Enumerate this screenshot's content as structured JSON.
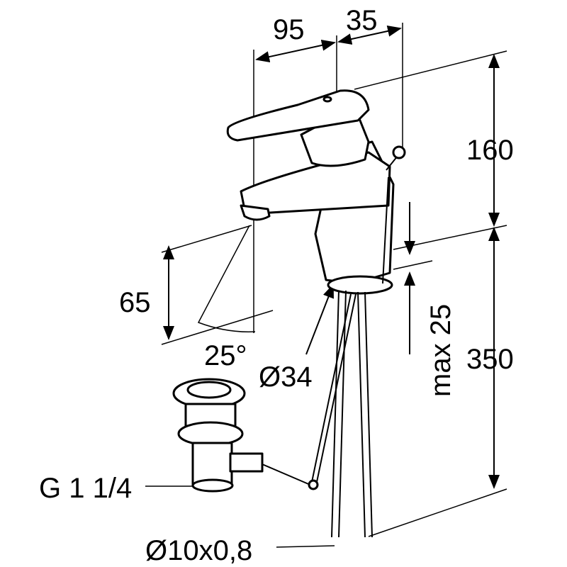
{
  "drawing": {
    "dimensions": {
      "spout_reach": "95",
      "lever_offset": "35",
      "height": "160",
      "spout_height": "65",
      "angle": "25°",
      "base_diameter": "Ø34",
      "max_deck": "max 25",
      "hose_length": "350",
      "drain_thread": "G 1 1/4",
      "hose_diameter": "Ø10x0,8"
    },
    "colors": {
      "line": "#000000",
      "background": "#ffffff"
    }
  }
}
